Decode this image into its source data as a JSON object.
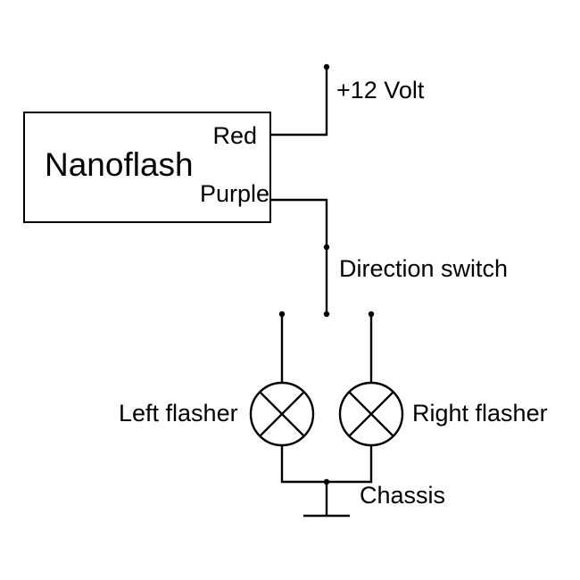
{
  "canvas": {
    "background_color": "#ffffff",
    "line_color": "#000000",
    "text_color": "#000000"
  },
  "device": {
    "label": "Nanoflash",
    "pins": {
      "red": "Red",
      "purple": "Purple"
    }
  },
  "labels": {
    "supply": "+12 Volt",
    "direction_switch": "Direction switch",
    "left_flasher": "Left flasher",
    "right_flasher": "Right flasher",
    "chassis": "Chassis"
  }
}
